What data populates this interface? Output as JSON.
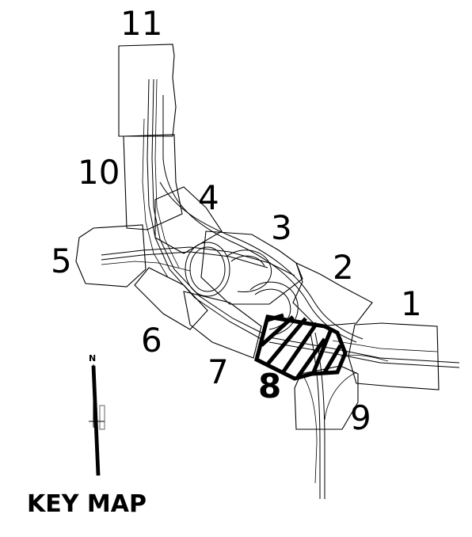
{
  "sheets": [
    {
      "id": "1",
      "label": "1",
      "highlighted": false
    },
    {
      "id": "2",
      "label": "2",
      "highlighted": false
    },
    {
      "id": "3",
      "label": "3",
      "highlighted": false
    },
    {
      "id": "4",
      "label": "4",
      "highlighted": false
    },
    {
      "id": "5",
      "label": "5",
      "highlighted": false
    },
    {
      "id": "6",
      "label": "6",
      "highlighted": false
    },
    {
      "id": "7",
      "label": "7",
      "highlighted": false
    },
    {
      "id": "8",
      "label": "8",
      "highlighted": true
    },
    {
      "id": "9",
      "label": "9",
      "highlighted": false
    },
    {
      "id": "10",
      "label": "10",
      "highlighted": false
    },
    {
      "id": "11",
      "label": "11",
      "highlighted": false
    }
  ],
  "north_arrow": {
    "letter": "N"
  },
  "title": "KEY MAP",
  "colors": {
    "ink": "#000000",
    "background": "#ffffff"
  }
}
